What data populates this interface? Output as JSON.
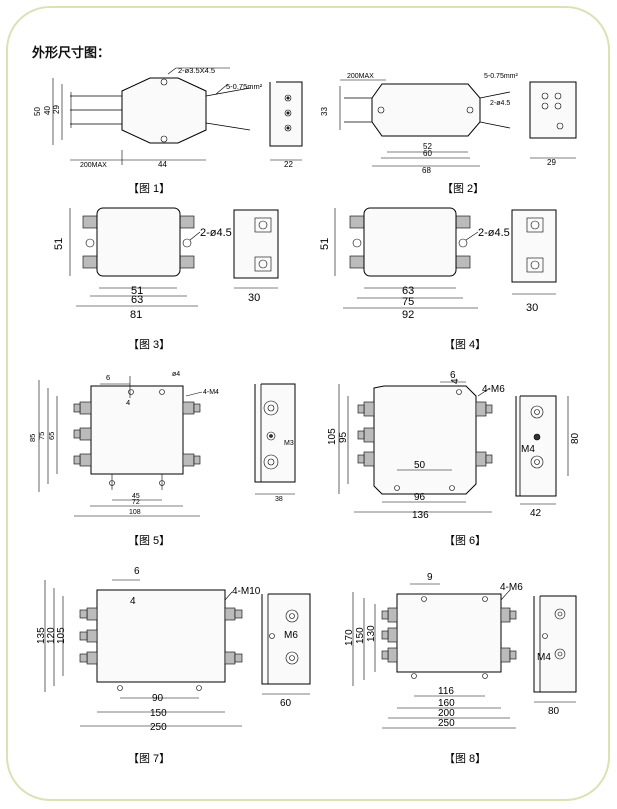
{
  "heading": "外形尺寸图：",
  "figures": [
    {
      "caption": "【图 1】",
      "dims": {
        "height_outer": "50",
        "height_inner": "40",
        "height_core": "29",
        "wire_len": "200MAX",
        "width": "44",
        "depth": "22",
        "hole_note": "2-ø3.5X4.5",
        "wire_note": "5-0.75mm²"
      }
    },
    {
      "caption": "【图 2】",
      "dims": {
        "height": "33",
        "wire_len": "200MAX",
        "width_a": "52",
        "width_b": "60",
        "width_c": "68",
        "depth": "29",
        "hole_note": "2-ø4.5",
        "wire_note": "5-0.75mm²"
      }
    },
    {
      "caption": "【图 3】",
      "dims": {
        "height": "51",
        "width_a": "51",
        "width_b": "63",
        "width_c": "81",
        "depth": "30",
        "hole_note": "2-ø4.5"
      }
    },
    {
      "caption": "【图 4】",
      "dims": {
        "height": "51",
        "width_a": "63",
        "width_b": "75",
        "width_c": "92",
        "depth": "30",
        "hole_note": "2-ø4.5"
      }
    },
    {
      "caption": "【图 5】",
      "dims": {
        "h_a": "85",
        "h_b": "75",
        "h_c": "65",
        "top_a": "6",
        "top_b": "4",
        "top_hole": "ø4",
        "terminal": "4-M4",
        "w_a": "45",
        "w_b": "72",
        "w_c": "108",
        "depth": "38",
        "screw": "M3"
      }
    },
    {
      "caption": "【图 6】",
      "dims": {
        "h_a": "105",
        "h_b": "95",
        "top_a": "6",
        "top_b": "4",
        "terminal": "4-M6",
        "w_a": "50",
        "w_b": "96",
        "w_c": "136",
        "side_h": "80",
        "depth": "42",
        "screw": "M4"
      }
    },
    {
      "caption": "【图 7】",
      "dims": {
        "h_a": "135",
        "h_b": "120",
        "h_c": "105",
        "top_a": "6",
        "top_b": "4",
        "terminal": "4-M10",
        "w_a": "90",
        "w_b": "150",
        "w_c": "250",
        "depth": "60",
        "screw": "M6"
      }
    },
    {
      "caption": "【图 8】",
      "dims": {
        "h_a": "170",
        "h_b": "150",
        "h_c": "130",
        "top_a": "9",
        "terminal": "4-M6",
        "w_a": "116",
        "w_b": "160",
        "w_c": "200",
        "w_d": "250",
        "depth": "80",
        "screw": "M4"
      }
    }
  ]
}
